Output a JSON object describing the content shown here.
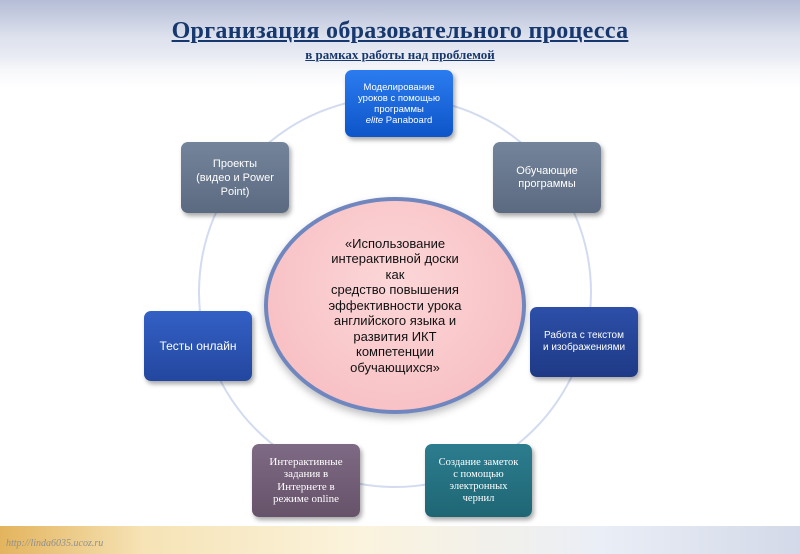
{
  "header": {
    "title": "Организация образовательного процесса",
    "subtitle": "в рамках работы над проблемой"
  },
  "center": {
    "text": "«Использование\nинтерактивной доски\nкак\nсредство повышения\nэффективности урока\nанглийского языка и\nразвития ИКТ\nкомпетенции\nобучающихся»"
  },
  "nodes": {
    "modeling": {
      "text": "Моделирование\nуроков с помощью\nпрограммы",
      "italic": "elite",
      "suffix": " Panaboard"
    },
    "edu_programs": {
      "text": "Обучающие\nпрограммы"
    },
    "text_images": {
      "text": "Работа с текстом\nи изображениями"
    },
    "notes": {
      "text": "Создание заметок\nс помощью\nэлектронных\nчернил"
    },
    "interactive": {
      "text": "Интерактивные\nзадания в\nИнтернете в\nрежиме online"
    },
    "tests": {
      "text": "Тесты онлайн"
    },
    "projects": {
      "text": "Проекты\n(видео и Power\nPoint)"
    }
  },
  "footer": {
    "url": "http://linda6035.ucoz.ru"
  },
  "colors": {
    "title": "#17386e",
    "center_fill": "#f6b9bd",
    "center_border": "#6f86bf",
    "ring": "#d2dbef"
  }
}
